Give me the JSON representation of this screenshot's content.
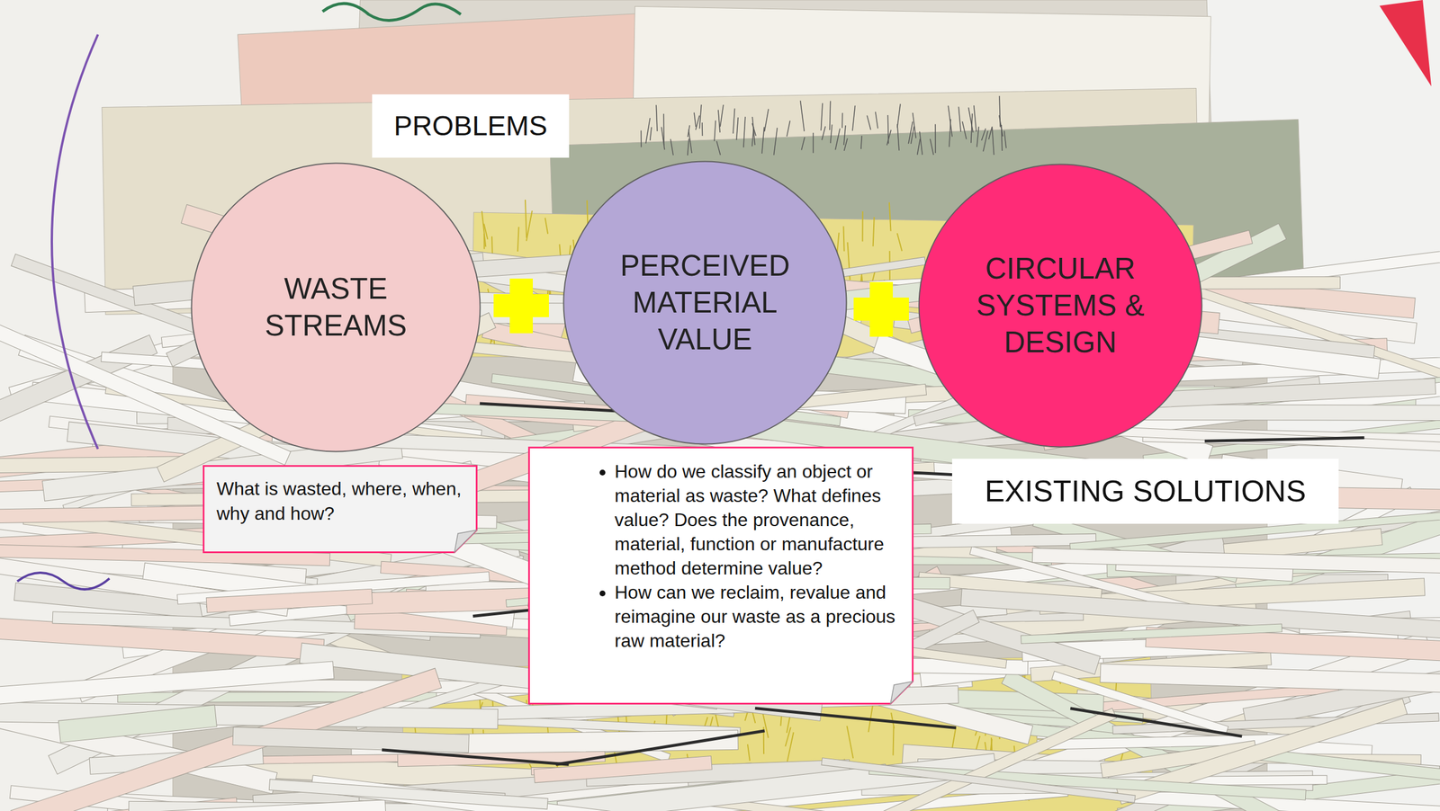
{
  "diagram": {
    "nodes": [
      {
        "text": [
          "PROBLEMS"
        ]
      },
      {
        "text": [
          "WASTE STREAMS"
        ]
      },
      {
        "text": [
          "PERCEIVED MATERIAL VALUE"
        ]
      },
      {
        "text": [
          "CIRCULAR SYSTEMS & DESIGN"
        ]
      },
      {
        "text": [
          "What is wasted, where, when, why and how?"
        ]
      },
      {
        "text": [
          "How do we classify an object or material as waste? What defines value? Does the provenance, material, function or manufacture method determine value?",
          "How can we reclaim, revalue and reimagine our waste as a precious raw material?"
        ]
      },
      {
        "text": [
          "EXISTING SOLUTIONS"
        ]
      }
    ]
  }
}
